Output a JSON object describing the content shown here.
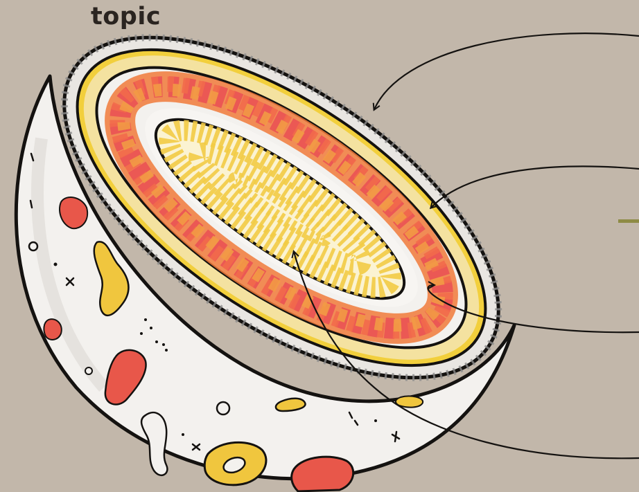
{
  "title": "topic",
  "colors": {
    "background": "#c2b7aa",
    "outline": "#141210",
    "rind": "#f4e2a0",
    "rind_edge": "#f2cf3c",
    "flesh": "#f3f1ee",
    "speckle": "#8c8c8c",
    "seed_ring": [
      "#f26a4b",
      "#ea4f55",
      "#f29a45",
      "#f07a3a"
    ],
    "core": "#fbf3d2",
    "core_bits": "#f2cb45",
    "blob_red": "#e8574a",
    "blob_yellow": "#f0c63e",
    "connector_accent": "#8e8b45"
  },
  "icons": [
    "arrow-outer-layer",
    "arrow-rind-layer",
    "arrow-seed-ring",
    "arrow-core"
  ]
}
